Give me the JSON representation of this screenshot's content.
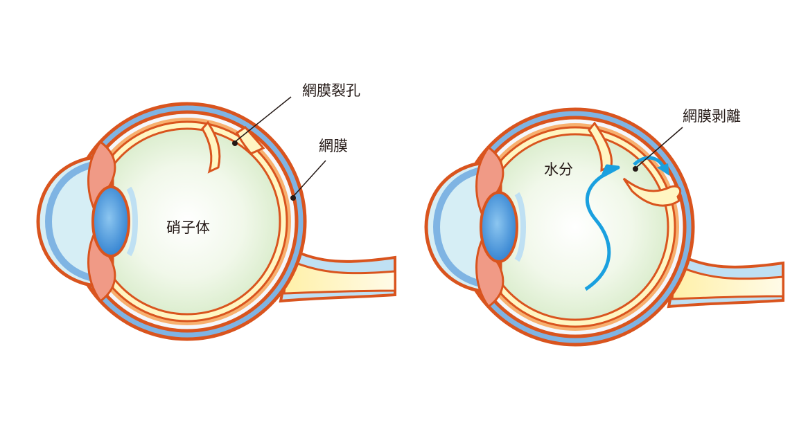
{
  "diagrams": [
    {
      "labels": {
        "retinal_hole": "網膜裂孔",
        "retina": "網膜",
        "vitreous": "硝子体"
      }
    },
    {
      "labels": {
        "water": "水分",
        "retinal_detachment": "網膜剥離"
      }
    }
  ],
  "colors": {
    "outline": "#d9541e",
    "sclera_blue": "#7fb4e3",
    "cornea_fill": "#d6eef5",
    "lens_blue": "#3d8fd6",
    "vitreous_green": "#e4f1dc",
    "retina_yellow": "#fff6c2",
    "muscle_pink": "#f09a86",
    "arrow_blue": "#1aa0df"
  },
  "icons": [
    "leader-dot",
    "curved-arrow"
  ]
}
